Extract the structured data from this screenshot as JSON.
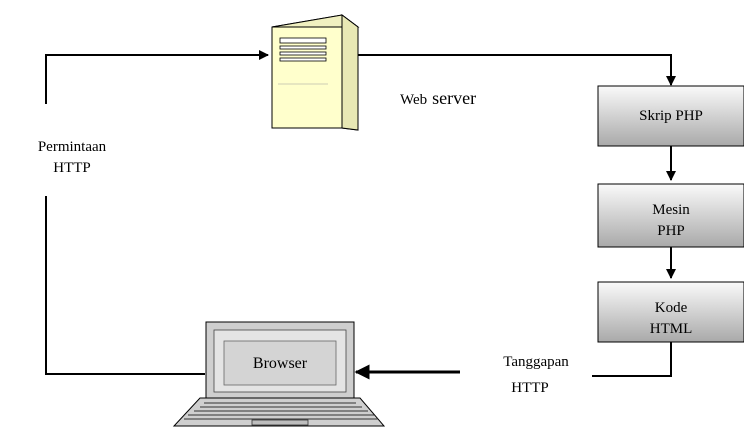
{
  "server": {
    "label_prefix": "Web",
    "label_suffix": "server",
    "icon": "server-tower-icon"
  },
  "request": {
    "line1": "Permintaan",
    "line2": "HTTP"
  },
  "response": {
    "line1": "Tanggapan",
    "line2": "HTTP"
  },
  "steps": [
    {
      "line1": "Skrip PHP",
      "line2": ""
    },
    {
      "line1": "Mesin",
      "line2": "PHP"
    },
    {
      "line1": "Kode",
      "line2": "HTML"
    }
  ],
  "client": {
    "screen_label": "Browser",
    "icon": "laptop-icon"
  },
  "colors": {
    "server_fill": "#ffffcc",
    "box_gradient_top": "#fafafa",
    "box_gradient_bottom": "#a9a9a9",
    "line": "#000000"
  }
}
